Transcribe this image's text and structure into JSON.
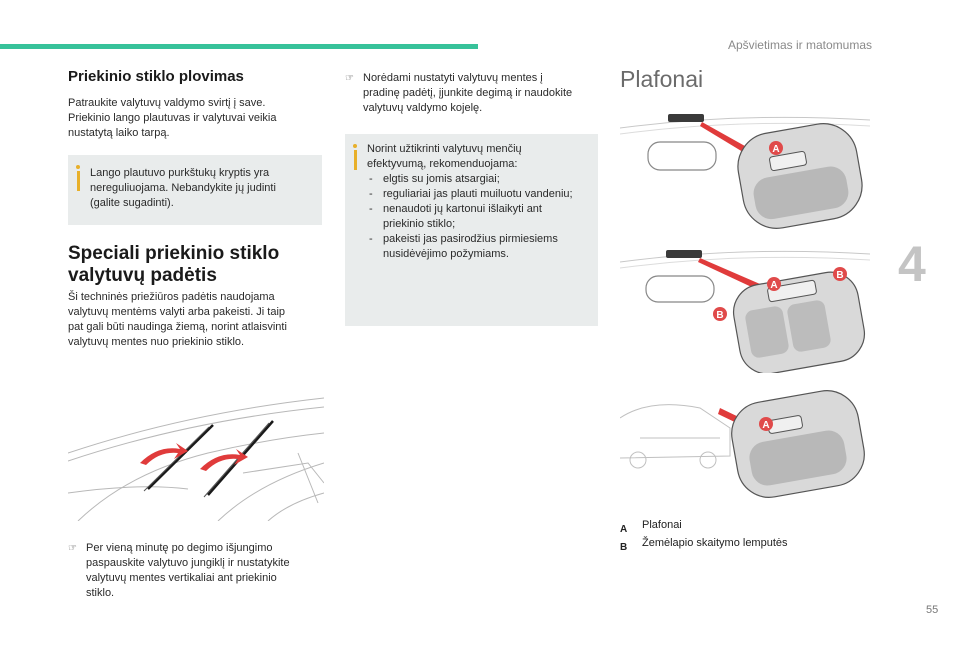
{
  "header": {
    "section_title": "Apšvietimas ir matomumas"
  },
  "chapter_number": "4",
  "page_number": "55",
  "left": {
    "heading1": "Priekinio stiklo plovimas",
    "para1_lines": [
      "Patraukite valytuvų valdymo svirtį į save.",
      "Priekinio lango plautuvas ir valytuvai veikia",
      "nustatytą laiko tarpą."
    ],
    "note_lines": [
      "Lango plautuvo purkštukų kryptis yra",
      "nereguliuojama. Nebandykite jų judinti",
      "(galite sugadinti)."
    ],
    "heading2_line1": "Speciali priekinio stiklo",
    "heading2_line2": "valytuvų padėtis",
    "para2_lines": [
      "Ši techninės priežiūros padėtis naudojama",
      "valytuvų mentėms valyti arba pakeisti. Ji taip",
      "pat gali būti naudinga žiemą, norint atlaisvinti",
      "valytuvų mentes nuo priekinio stiklo."
    ],
    "bullet_lines": [
      "Per vieną minutę po degimo išjungimo",
      "paspauskite valytuvo jungiklį ir nustatykite",
      "valytuvų mentes vertikaliai ant priekinio",
      "stiklo."
    ]
  },
  "middle": {
    "bullet_lines": [
      "Norėdami nustatyti valytuvų mentes į",
      "pradinę padėtį, įjunkite degimą ir naudokite",
      "valytuvų valdymo kojelę."
    ],
    "note_intro_lines": [
      "Norint užtikrinti valytuvų menčių",
      "efektyvumą, rekomenduojama:"
    ],
    "note_items": [
      {
        "lines": [
          "elgtis su jomis atsargiai;"
        ]
      },
      {
        "lines": [
          "reguliariai jas plauti muiluotu vandeniu;"
        ]
      },
      {
        "lines": [
          "nenaudoti jų kartonui išlaikyti ant",
          "priekinio stiklo;"
        ]
      },
      {
        "lines": [
          "pakeisti jas pasirodžius pirmiesiems",
          "nusidėvėjimo požymiams."
        ]
      }
    ]
  },
  "right": {
    "title": "Plafonai",
    "callouts": {
      "a": "A",
      "b": "B"
    },
    "legend": [
      {
        "key": "A",
        "value": "Plafonai"
      },
      {
        "key": "B",
        "value": "Žemėlapio skaitymo lemputės"
      }
    ]
  },
  "colors": {
    "accent": "#37c29a",
    "callout": "#e04a4a",
    "note_bg": "#e9ecec",
    "info_icon": "#e8b02a"
  }
}
